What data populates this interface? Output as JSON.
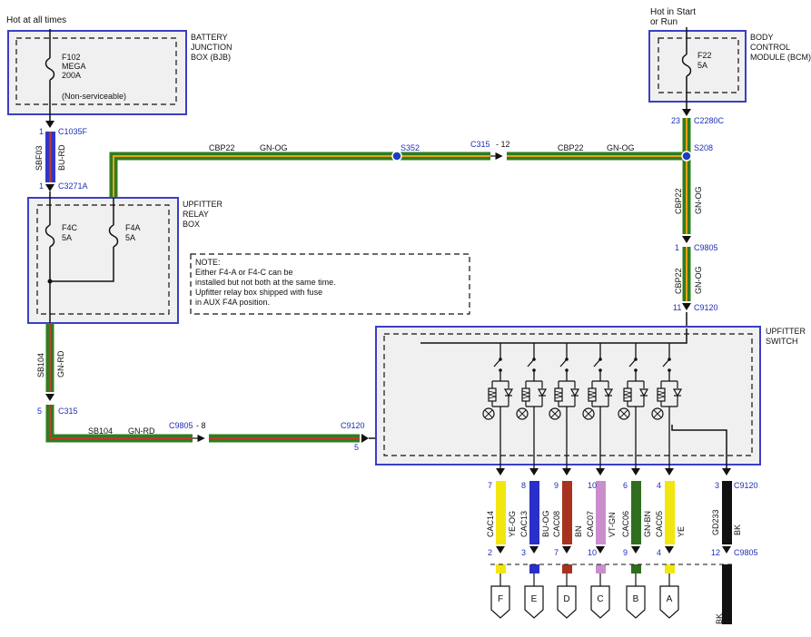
{
  "power_labels": {
    "hot_at_all_times": "Hot at all times",
    "hot_in_start_line1": "Hot in Start",
    "hot_in_start_line2": "or Run"
  },
  "bjb": {
    "title": [
      "BATTERY",
      "JUNCTION",
      "BOX (BJB)"
    ],
    "fuse_id": "F102",
    "fuse_type": "MEGA",
    "fuse_rating": "200A",
    "note": "(Non-serviceable)"
  },
  "bcm": {
    "title": [
      "BODY",
      "CONTROL",
      "MODULE (BCM)"
    ],
    "fuse_id": "F22",
    "fuse_rating": "5A"
  },
  "relay_box": {
    "title": [
      "UPFITTER",
      "RELAY",
      "BOX"
    ],
    "fuse_left_id": "F4C",
    "fuse_left_rating": "5A",
    "fuse_right_id": "F4A",
    "fuse_right_rating": "5A"
  },
  "note_box": {
    "lines": [
      "NOTE:",
      "Either F4-A or F4-C can be",
      "installed but not both at the same time.",
      "Upfitter relay box shipped with fuse",
      "in AUX F4A position."
    ]
  },
  "upfitter_switch": {
    "title": [
      "UPFITTER",
      "SWITCH"
    ]
  },
  "connectors": {
    "c1035f": {
      "pin": "1",
      "name": "C1035F"
    },
    "c3271a": {
      "pin": "1",
      "name": "C3271A"
    },
    "c2280c": {
      "pin": "23",
      "name": "C2280C"
    },
    "s208": "S208",
    "s352": "S352",
    "c315_top": {
      "name": "C315",
      "pin": "- 12"
    },
    "c9805_right": {
      "pin": "1",
      "name": "C9805"
    },
    "c9120_right": {
      "pin": "11",
      "name": "C9120"
    },
    "c315_left": {
      "pin": "5",
      "name": "C315"
    },
    "c9805_mid": {
      "name": "C9805",
      "pin": "- 8"
    },
    "c9120_mid": {
      "name": "C9120",
      "pin": "5"
    },
    "c9120_bottom": "C9120",
    "c9805_bottom": "C9805"
  },
  "wires": {
    "sbf03": {
      "circuit": "SBF03",
      "color": "BU-RD"
    },
    "cbp22_horizontal_left": {
      "circuit": "CBP22",
      "color": "GN-OG"
    },
    "cbp22_horizontal_right": {
      "circuit": "CBP22",
      "color": "GN-OG"
    },
    "cbp22_vertical_1": {
      "circuit": "CBP22",
      "color": "GN-OG"
    },
    "cbp22_vertical_2": {
      "circuit": "CBP22",
      "color": "GN-OG"
    },
    "sb104_vertical": {
      "circuit": "SB104",
      "color": "GN-RD"
    },
    "sb104_horizontal": {
      "circuit": "SB104",
      "color": "GN-RD"
    }
  },
  "outputs": [
    {
      "pin_top": "7",
      "circuit": "CAC14",
      "color": "YE-OG",
      "pin_bottom": "2",
      "terminal": "F",
      "hex": "#f2e60f"
    },
    {
      "pin_top": "8",
      "circuit": "CAC13",
      "color": "BU-OG",
      "pin_bottom": "3",
      "terminal": "E",
      "hex": "#2a2fc9"
    },
    {
      "pin_top": "9",
      "circuit": "CAC08",
      "color": "BN",
      "pin_bottom": "7",
      "terminal": "D",
      "hex": "#a8321e"
    },
    {
      "pin_top": "10",
      "circuit": "CAC07",
      "color": "VT-GN",
      "pin_bottom": "10",
      "terminal": "C",
      "hex": "#c98ecb"
    },
    {
      "pin_top": "6",
      "circuit": "CAC06",
      "color": "GN-BN",
      "pin_bottom": "9",
      "terminal": "B",
      "hex": "#2f6e1e"
    },
    {
      "pin_top": "4",
      "circuit": "CAC05",
      "color": "YE",
      "pin_bottom": "4",
      "terminal": "A",
      "hex": "#f2e60f"
    }
  ],
  "ground": {
    "pin_top": "3",
    "circuit": "GD233",
    "color": "BK",
    "pin_bottom": "12",
    "end_color": "BK"
  },
  "colors": {
    "frame_blue": "#3a3fc4",
    "wire_green": "#2f7d1f",
    "wire_stripe_orange": "#e9a21a",
    "wire_stripe_red": "#c0392b",
    "wire_blue": "#3036c8",
    "box_fill": "#f0f0f0",
    "splice_blue": "#1b3cc4"
  }
}
